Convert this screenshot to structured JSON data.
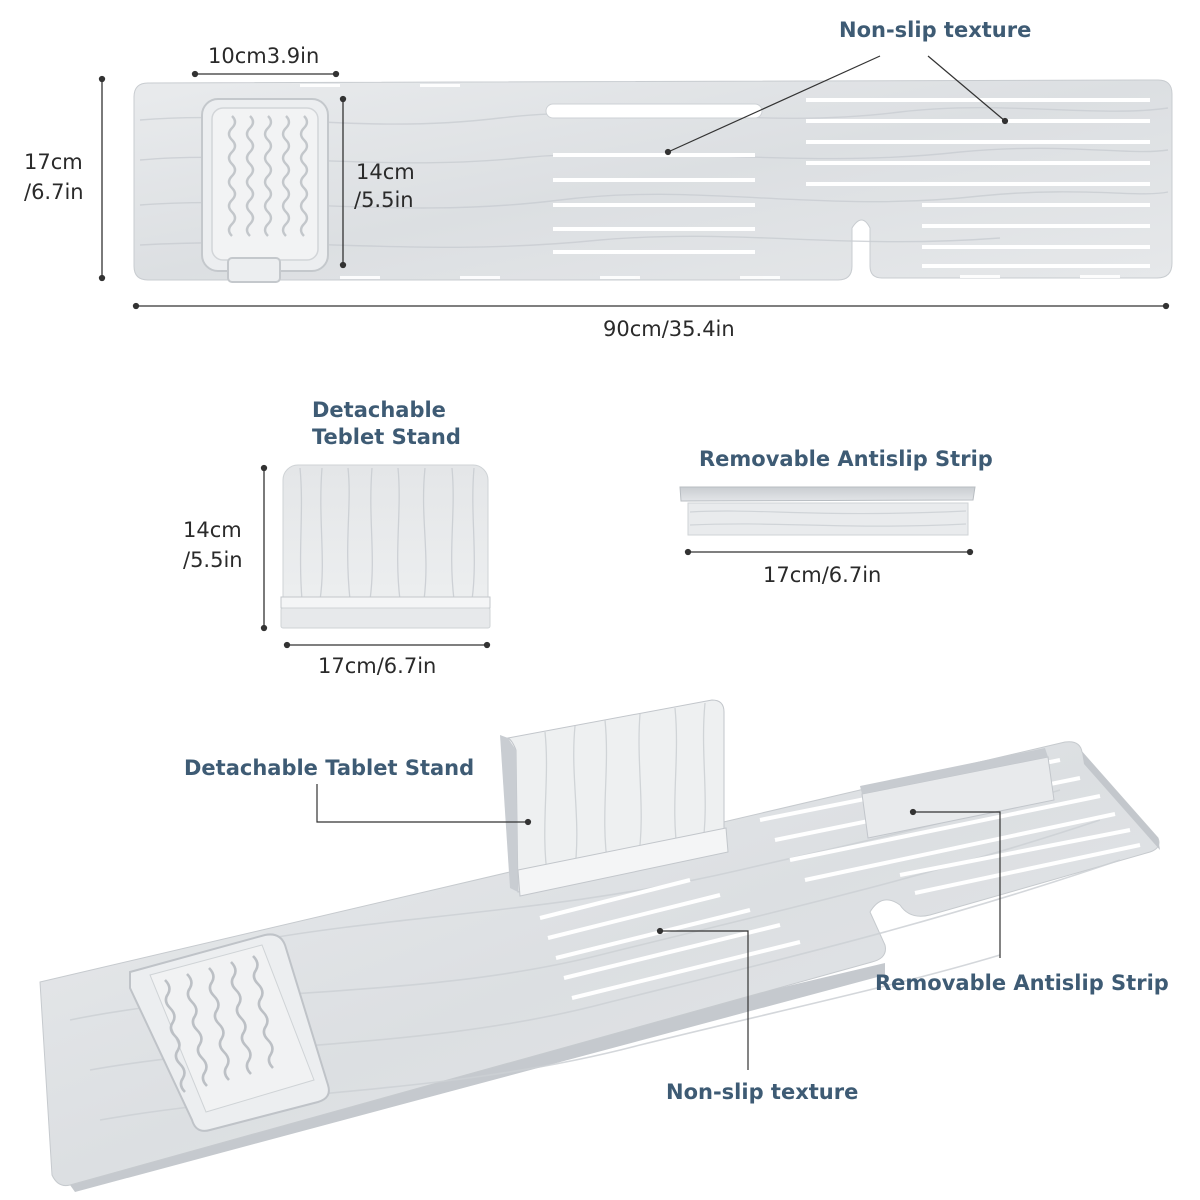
{
  "top_view": {
    "callout_texture": "Non-slip texture",
    "dim_tray_width": "10cm3.9in",
    "dim_height_cm": "17cm",
    "dim_height_in": "/6.7in",
    "dim_tray_height_cm": "14cm",
    "dim_tray_height_in": "/5.5in",
    "dim_length": "90cm/35.4in"
  },
  "tablet_stand": {
    "title_line1": "Detachable",
    "title_line2": "Teblet Stand",
    "dim_height_cm": "14cm",
    "dim_height_in": "/5.5in",
    "dim_width": "17cm/6.7in"
  },
  "antislip_strip": {
    "title": "Removable Antislip Strip",
    "dim_width": "17cm/6.7in"
  },
  "perspective_view": {
    "callout_tablet": "Detachable Tablet Stand",
    "callout_strip": "Removable Antislip Strip",
    "callout_texture": "Non-slip texture"
  },
  "colors": {
    "caption": "#3e5b74",
    "dimension_text": "#2a2a2a",
    "marble": "#e2e4e6",
    "groove": "#ffffff"
  }
}
